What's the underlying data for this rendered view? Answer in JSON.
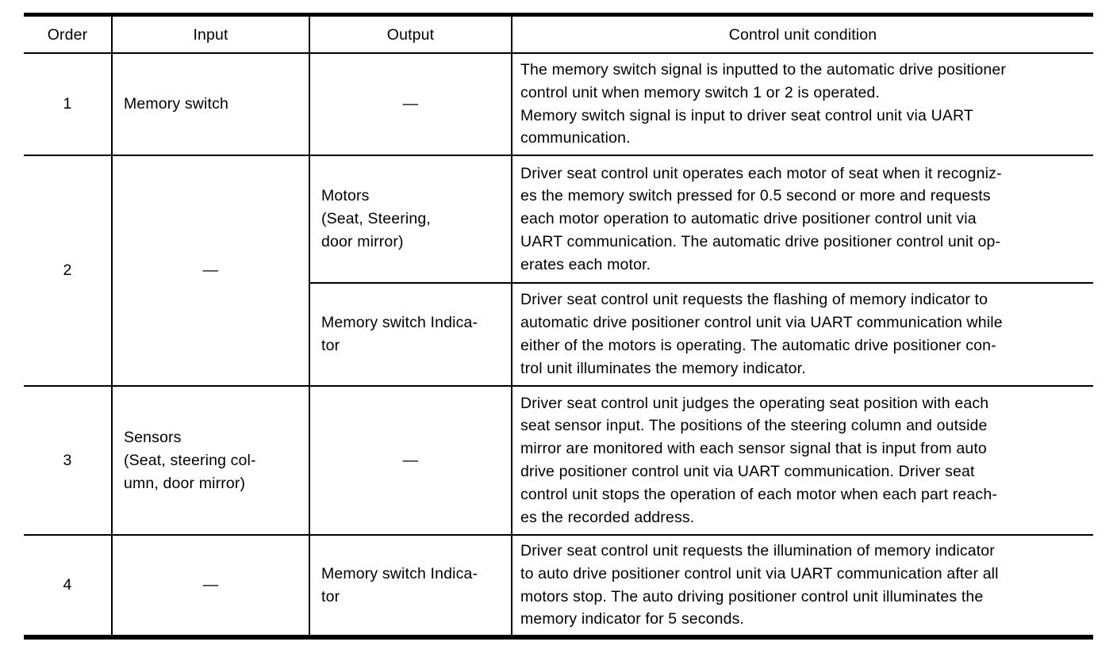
{
  "page": {
    "background_color": "#ffffff",
    "text_color": "#000000",
    "border_color": "#000000"
  },
  "table": {
    "headers": {
      "order": "Order",
      "input": "Input",
      "output": "Output",
      "condition": "Control unit condition"
    },
    "rows": [
      {
        "order": "1",
        "input": "Memory switch",
        "output": "—",
        "condition": "The memory switch signal is inputted to the automatic drive positioner\ncontrol unit when memory switch 1 or 2 is operated.\nMemory switch signal is input to driver seat control unit via UART\ncommunication."
      },
      {
        "order": "2",
        "input": "—",
        "sub_rows": [
          {
            "output": "Motors\n(Seat, Steering,\ndoor mirror)",
            "condition": "Driver seat control unit operates each motor of seat when it recogniz-\nes the memory switch pressed for 0.5 second or more and requests\neach motor operation to automatic drive positioner control unit via\nUART communication. The automatic drive positioner control unit op-\nerates each motor."
          },
          {
            "output": "Memory switch Indica-\ntor",
            "condition": "Driver seat control unit requests the flashing of memory indicator to\nautomatic drive positioner control unit via UART communication while\neither of the motors is operating. The automatic drive positioner con-\ntrol unit illuminates the memory indicator."
          }
        ]
      },
      {
        "order": "3",
        "input": "Sensors\n(Seat, steering col-\numn, door mirror)",
        "output": "—",
        "condition": "Driver seat control unit judges the operating seat position with each\nseat sensor input. The positions of the steering column and outside\nmirror are monitored with each sensor signal that is input from auto\ndrive positioner control unit via UART communication. Driver seat\ncontrol unit stops the operation of each motor when each part reach-\nes the recorded address."
      },
      {
        "order": "4",
        "input": "—",
        "output": "Memory switch Indica-\ntor",
        "condition": "Driver seat control unit requests the illumination of memory indicator\nto auto drive positioner control unit via UART communication after all\nmotors stop. The auto driving positioner control unit illuminates the\nmemory indicator for 5 seconds."
      }
    ]
  }
}
